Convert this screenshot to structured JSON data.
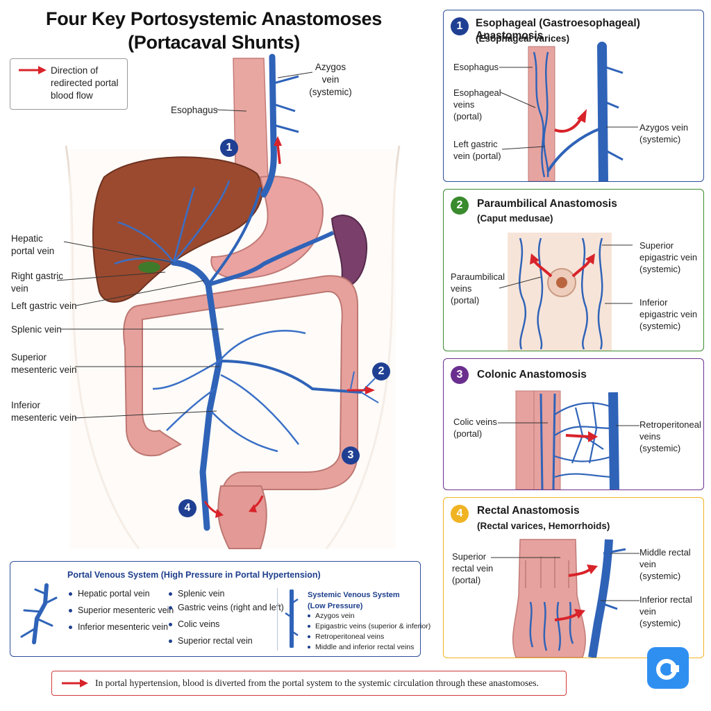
{
  "title_line1": "Four Key Portosystemic Anastomoses",
  "title_line2": "(Portacaval Shunts)",
  "legend": {
    "line1": "Direction of",
    "line2": "redirected portal",
    "line3": "blood flow"
  },
  "labels": {
    "azygos_1": "Azygos vein",
    "azygos_2": "(systemic)",
    "esophagus": "Esophagus",
    "hepatic_1": "Hepatic",
    "hepatic_2": "portal vein",
    "right_gastric_1": "Right gastric",
    "right_gastric_2": "vein",
    "left_gastric": "Left gastric vein",
    "splenic": "Splenic vein",
    "sup_mes_1": "Superior",
    "sup_mes_2": "mesenteric vein",
    "inf_mes_1": "Inferior",
    "inf_mes_2": "mesenteric vein"
  },
  "markers": {
    "m1": "1",
    "m2": "2",
    "m3": "3",
    "m4": "4"
  },
  "panels": {
    "p1": {
      "num": "1",
      "title": "Esophageal (Gastroesophageal) Anastomosis",
      "subtitle": "(Esophageal varices)",
      "l_esophagus": "Esophagus",
      "l_veins_1": "Esophageal",
      "l_veins_2": "veins",
      "l_veins_3": "(portal)",
      "l_lgv_1": "Left gastric",
      "l_lgv_2": "vein (portal)",
      "l_az_1": "Azygos vein",
      "l_az_2": "(systemic)"
    },
    "p2": {
      "num": "2",
      "title": "Paraumbilical Anastomosis",
      "subtitle": "(Caput medusae)",
      "l_para_1": "Paraumbilical",
      "l_para_2": "veins",
      "l_para_3": "(portal)",
      "l_sup_1": "Superior",
      "l_sup_2": "epigastric vein",
      "l_sup_3": "(systemic)",
      "l_inf_1": "Inferior",
      "l_inf_2": "epigastric vein",
      "l_inf_3": "(systemic)"
    },
    "p3": {
      "num": "3",
      "title": "Colonic Anastomosis",
      "l_colic_1": "Colic veins",
      "l_colic_2": "(portal)",
      "l_retro_1": "Retroperitoneal",
      "l_retro_2": "veins",
      "l_retro_3": "(systemic)"
    },
    "p4": {
      "num": "4",
      "title": "Rectal Anastomosis",
      "subtitle": "(Rectal varices, Hemorrhoids)",
      "l_sup_1": "Superior",
      "l_sup_2": "rectal vein",
      "l_sup_3": "(portal)",
      "l_mid_1": "Middle rectal",
      "l_mid_2": "vein",
      "l_mid_3": "(systemic)",
      "l_inf_1": "Inferior rectal",
      "l_inf_2": "vein",
      "l_inf_3": "(systemic)"
    }
  },
  "portal_system": {
    "heading": "Portal Venous System (High Pressure in Portal Hypertension)",
    "col1": [
      "Hepatic portal vein",
      "Superior mesenteric vein",
      "Inferior mesenteric vein"
    ],
    "col2": [
      "Splenic vein",
      "Gastric veins (right and left)",
      "Colic veins",
      "Superior rectal vein"
    ]
  },
  "systemic_system": {
    "heading_1": "Systemic Venous System",
    "heading_2": "(Low Pressure)",
    "items": [
      "Azygos vein",
      "Epigastric veins (superior & inferior)",
      "Retroperitoneal veins",
      "Middle and inferior rectal veins"
    ]
  },
  "footnote": "In portal hypertension, blood is diverted from the portal system to the systemic circulation through these anastomoses.",
  "colors": {
    "portal_vein": "#2f63b8",
    "arrow": "#d8232a",
    "badge1": "#1f3f93",
    "badge2": "#3a8a2e",
    "badge3": "#6a2f8e",
    "badge4": "#f0b323"
  }
}
